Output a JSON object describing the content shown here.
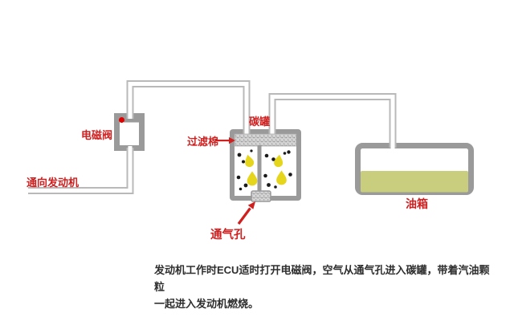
{
  "diagram": {
    "labels": {
      "solenoid_valve": "电磁阀",
      "to_engine": "通向发动机",
      "filter_cotton": "过滤棉",
      "carbon_canister": "碳罐",
      "vent_hole": "通气孔",
      "fuel_tank": "油箱"
    },
    "caption": {
      "line1": "发动机工作时ECU适时打开电磁阀，空气从通气孔进入碳罐，带着汽油颗粒",
      "line2": "一起进入发动机燃烧。"
    },
    "colors": {
      "label_red": "#cf1f1f",
      "component_gray": "#9a9a9a",
      "pipe_gray": "#b9b9b9",
      "fuel_liquid": "#c9cd7e",
      "gasoline_drop_yellow": "#e5d51d",
      "carbon_particle_black": "#1a1a1a"
    }
  }
}
